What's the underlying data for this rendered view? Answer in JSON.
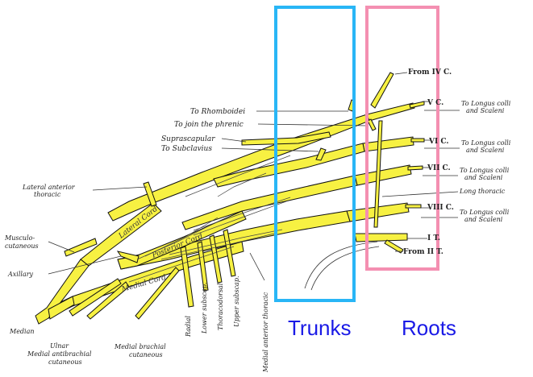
{
  "colors": {
    "nerve": "#f7f142",
    "trunks_box": "#29b6f6",
    "roots_box": "#f48fb1",
    "heading": "#1a1ae6"
  },
  "regions": {
    "trunks": "Trunks",
    "roots": "Roots"
  },
  "roots": {
    "from_c4": "From IV C.",
    "c5": "V C.",
    "c6": "VI C.",
    "c7": "VII C.",
    "c8": "VIII C.",
    "t1": "I T.",
    "from_t2": "From II T."
  },
  "right_labels": {
    "longus_1_a": "To Longus colli",
    "longus_1_b": "and Scaleni",
    "longus_2_a": "To Longus colli",
    "longus_2_b": "and Scaleni",
    "longus_3_a": "To Longus colli",
    "longus_3_b": "and Scaleni",
    "long_thoracic": "Long thoracic",
    "longus_4_a": "To Longus colli",
    "longus_4_b": "and Scaleni"
  },
  "left_labels": {
    "rhomboidei": "To Rhomboidei",
    "phrenic": "To join the phrenic",
    "suprascapular": "Suprascapular",
    "subclavius": "To Subclavius",
    "lat_ant_thoracic_a": "Lateral anterior",
    "lat_ant_thoracic_b": "thoracic",
    "musculo_a": "Musculo-",
    "musculo_b": "cutaneous",
    "axillary": "Axillary",
    "median": "Median",
    "ulnar": "Ulnar",
    "med_antibrachial_a": "Medial antibrachial",
    "med_antibrachial_b": "cutaneous",
    "med_brachial_a": "Medial brachial",
    "med_brachial_b": "cutaneous"
  },
  "vertical_labels": {
    "radial": "Radial",
    "lower_subscap": "Lower subscap.",
    "thoracodorsal": "Thoracodorsal",
    "upper_subscap": "Upper subscap.",
    "med_ant_thoracic": "Medial anterior thoracic"
  },
  "cords": {
    "lateral": "Lateral Cord",
    "posterior": "Posterior Cord",
    "medial": "Medial Cord"
  }
}
